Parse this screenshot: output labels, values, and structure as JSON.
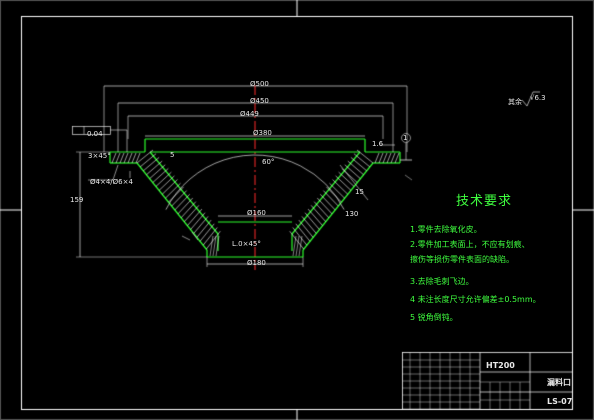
{
  "colors": {
    "background": "#000000",
    "frame": "#ffffff",
    "outline": "#2cff2c",
    "dimension": "#e8e8e8",
    "centerline": "#ff2a2a",
    "hatch": "#ffffff",
    "notes_text": "#3fff3f"
  },
  "dimensions": {
    "overall_width": "Ø500",
    "upper_width": "Ø450",
    "inner_width": "Ø449",
    "rim_width": "Ø380",
    "bottom_inner": "Ø160",
    "bottom_outer": "Ø180",
    "height": "159",
    "angle": "60°",
    "slant": "15",
    "chamfer_left": "3×45°",
    "chamfer_note": "Ø4×4/Ø6×4",
    "depth": "5",
    "flange": "130",
    "tolerance": "0.04",
    "side_mark": "1.6",
    "bottom_mark": "L.0×45°",
    "right_mark": "√6.3",
    "right_circle": "1"
  },
  "technical_requirements": {
    "title": "技术要求",
    "items": [
      "1.零件去除氧化皮。",
      "2.零件加工表面上，不应有划痕、",
      "   擦伤等损伤零件表面的缺陷。",
      "3.去除毛刺飞边。",
      "4 未注长度尺寸允许偏差±0.5mm。",
      "5 锐角倒钝。"
    ]
  },
  "title_block": {
    "material": "HT200",
    "part_name": "漏料口",
    "drawing_number": "LS-07",
    "roughness_label": "其余",
    "roughness_value": "√6.3"
  }
}
